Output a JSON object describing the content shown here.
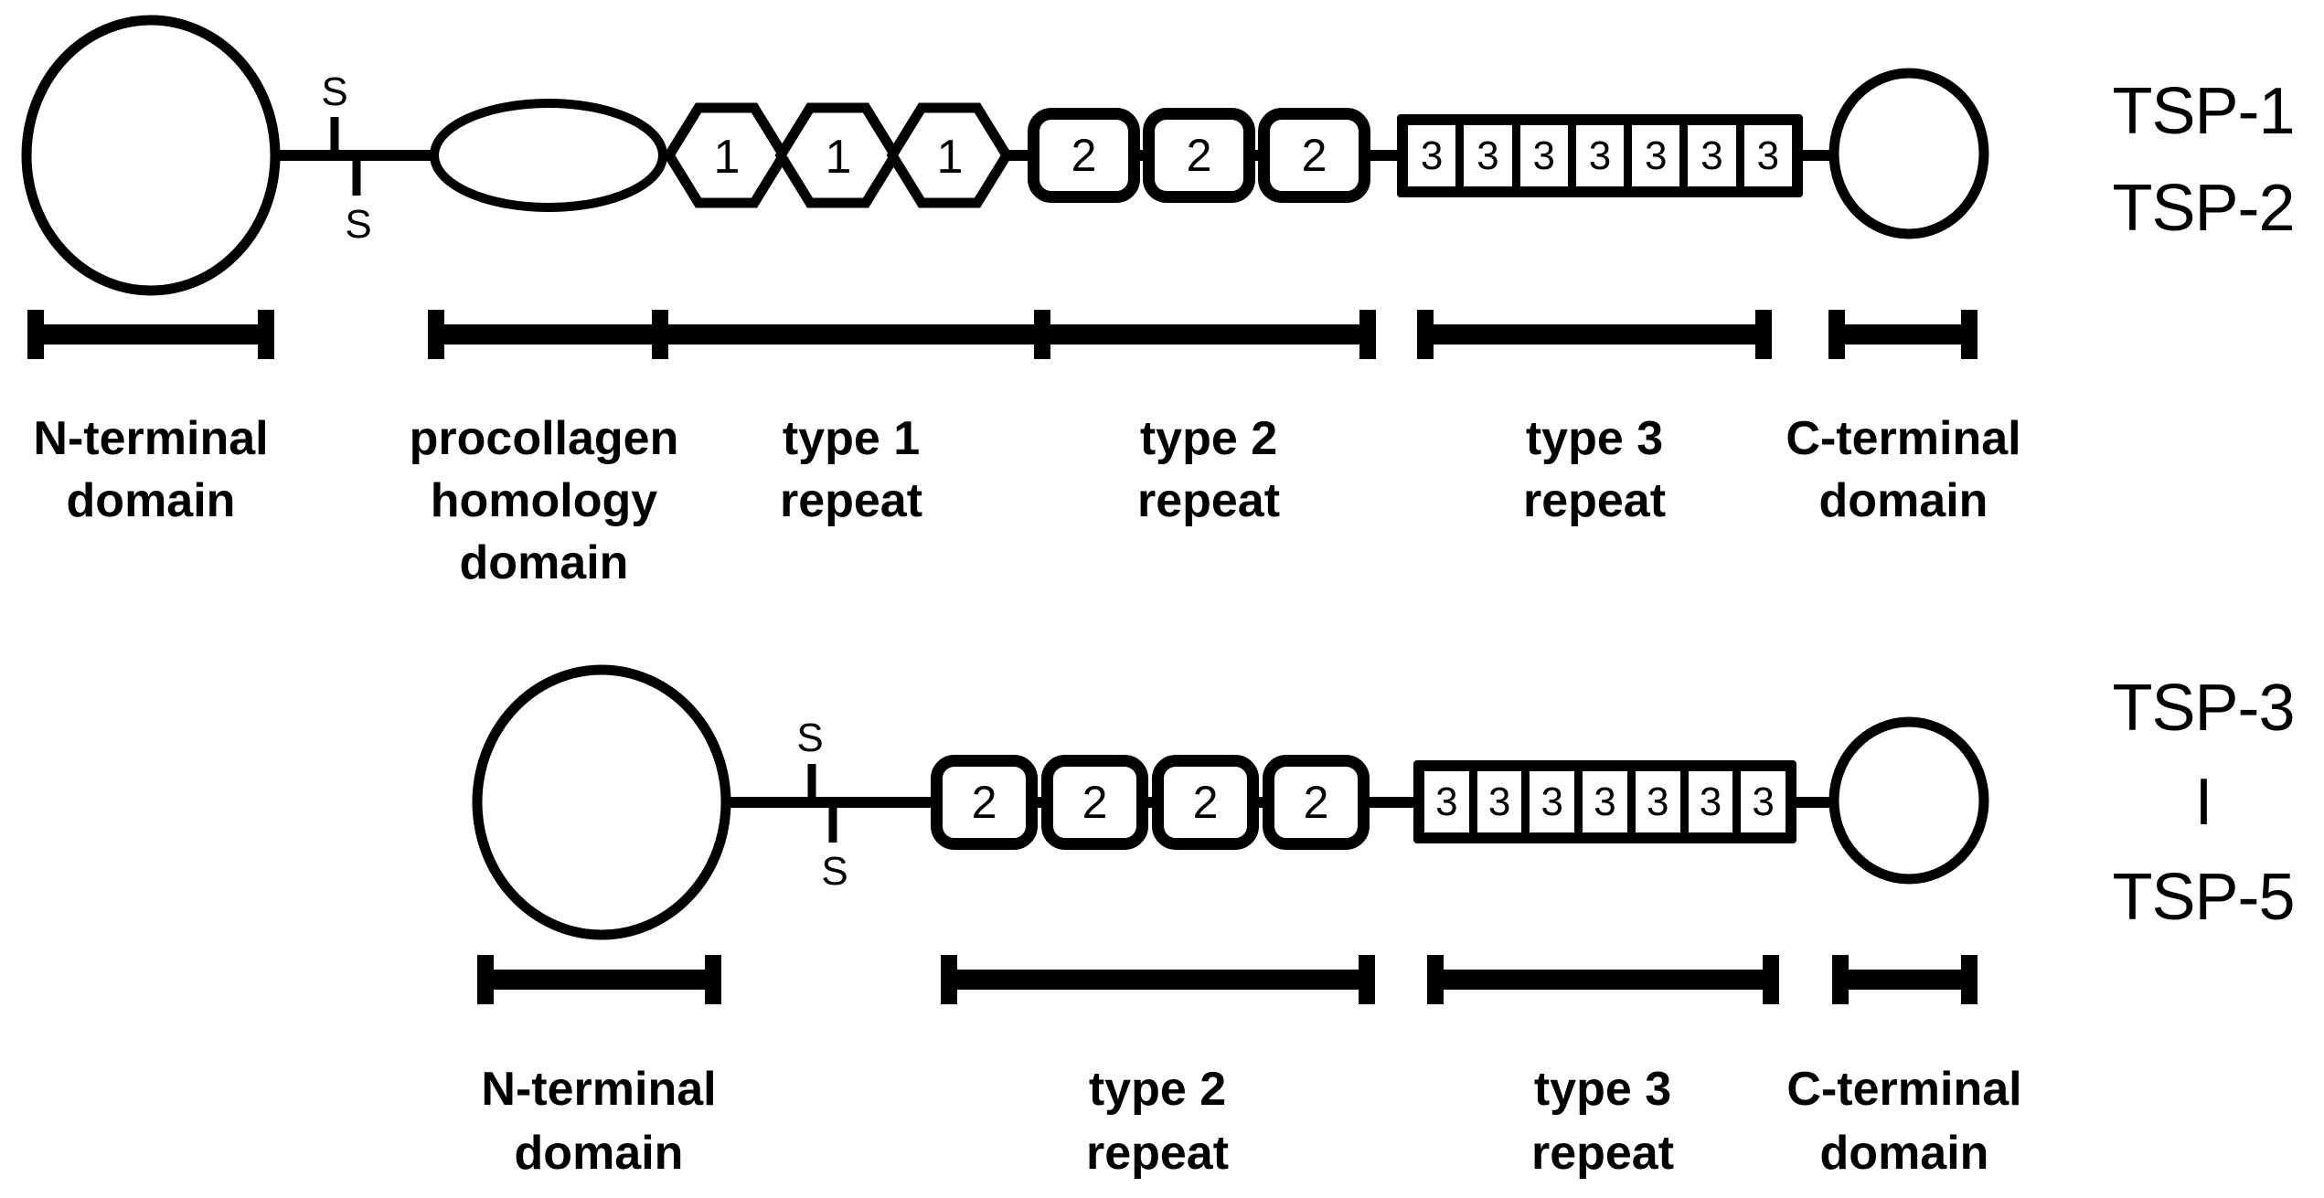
{
  "colors": {
    "ink": "#000000",
    "background": "#ffffff"
  },
  "top_diagram": {
    "tsp_label_1": "TSP-1",
    "tsp_label_2": "TSP-2",
    "s_upper": "S",
    "s_lower": "S",
    "type1_units": [
      "1",
      "1",
      "1"
    ],
    "type2_units": [
      "2",
      "2",
      "2"
    ],
    "type3_units": [
      "3",
      "3",
      "3",
      "3",
      "3",
      "3",
      "3"
    ],
    "labels": {
      "n_terminal": [
        "N-terminal",
        "domain"
      ],
      "procollagen": [
        "procollagen",
        "homology",
        "domain"
      ],
      "type1": [
        "type 1",
        "repeat"
      ],
      "type2": [
        "type 2",
        "repeat"
      ],
      "type3": [
        "type 3",
        "repeat"
      ],
      "c_terminal": [
        "C-terminal",
        "domain"
      ]
    }
  },
  "bottom_diagram": {
    "tsp_label_1": "TSP-3",
    "tsp_connector": "I",
    "tsp_label_2": "TSP-5",
    "s_upper": "S",
    "s_lower": "S",
    "type2_units": [
      "2",
      "2",
      "2",
      "2"
    ],
    "type3_units": [
      "3",
      "3",
      "3",
      "3",
      "3",
      "3",
      "3"
    ],
    "labels": {
      "n_terminal": [
        "N-terminal",
        "domain"
      ],
      "type2": [
        "type 2",
        "repeat"
      ],
      "type3": [
        "type 3",
        "repeat"
      ],
      "c_terminal": [
        "C-terminal",
        "domain"
      ]
    }
  }
}
